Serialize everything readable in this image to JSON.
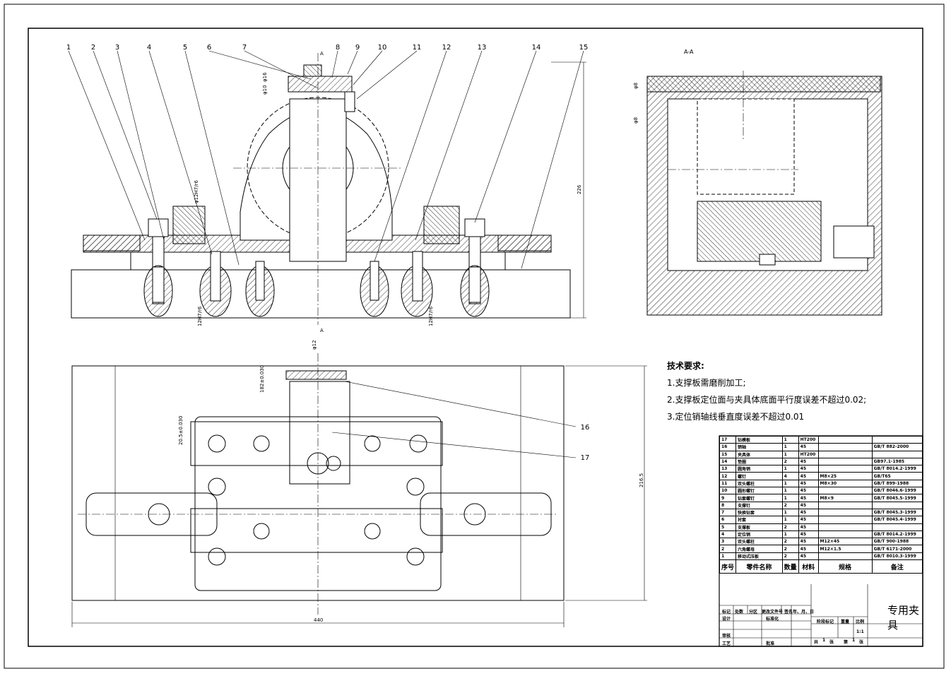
{
  "section_label": "A-A",
  "section_marks": [
    "A",
    "A"
  ],
  "balloons": [
    "1",
    "2",
    "3",
    "4",
    "5",
    "6",
    "7",
    "8",
    "9",
    "10",
    "11",
    "12",
    "13",
    "14",
    "15",
    "16",
    "17"
  ],
  "dimensions": {
    "height_total": "226",
    "width_total": "440",
    "height_plan": "216.5",
    "d12_left": "φ12H7/r6",
    "d12_right": "12H7/r6",
    "d12_bottom": "12H7/r6",
    "d12_pin": "φ12",
    "d16": "φ16",
    "d10": "φ10",
    "offset1": "20.5±0.030",
    "offset2": "182±0.030",
    "d_aa1": "φ8",
    "d_aa2": "φ8"
  },
  "requirements": {
    "title": "技术要求:",
    "items": [
      "1.支撑板需磨削加工;",
      "2.支撑板定位面与夹具体底面平行度误差不超过0.02;",
      "3.定位销轴线垂直度误差不超过0.01"
    ]
  },
  "bom": {
    "rows": [
      [
        "17",
        "钻模板",
        "1",
        "HT200",
        "",
        ""
      ],
      [
        "16",
        "销轴",
        "1",
        "45",
        "",
        "GB/T 882-2000"
      ],
      [
        "15",
        "夹具体",
        "1",
        "HT200",
        "",
        ""
      ],
      [
        "14",
        "垫圈",
        "2",
        "45",
        "",
        "GB97.1-1985"
      ],
      [
        "13",
        "圆角销",
        "1",
        "45",
        "",
        "GB/T 8014.2-1999"
      ],
      [
        "12",
        "螺钉",
        "4",
        "45",
        "M8×25",
        "GB/T65"
      ],
      [
        "11",
        "双头螺柱",
        "1",
        "45",
        "M8×30",
        "GB/T 899-1988"
      ],
      [
        "10",
        "圆形螺钉",
        "1",
        "45",
        "",
        "GB/T 8046.6-1999"
      ],
      [
        "9",
        "钻套螺钉",
        "1",
        "45",
        "M8×9",
        "GB/T 8045.5-1999"
      ],
      [
        "8",
        "支撑钉",
        "2",
        "45",
        "",
        ""
      ],
      [
        "7",
        "快换钻套",
        "1",
        "45",
        "",
        "GB/T 8045.3-1999"
      ],
      [
        "6",
        "衬套",
        "1",
        "45",
        "",
        "GB/T 8045.4-1999"
      ],
      [
        "5",
        "支撑板",
        "2",
        "45",
        "",
        ""
      ],
      [
        "4",
        "定位销",
        "1",
        "45",
        "",
        "GB/T 8014.2-1999"
      ],
      [
        "3",
        "双头螺柱",
        "2",
        "45",
        "M12×45",
        "GB/T 900-1988"
      ],
      [
        "2",
        "六角螺母",
        "2",
        "45",
        "M12×1.5",
        "GB/T 6171-2000"
      ],
      [
        "1",
        "移动式压板",
        "2",
        "45",
        "",
        "GB/T 8010.3-1999"
      ]
    ],
    "headers": [
      "序号",
      "零件名称",
      "数量",
      "材料",
      "规格",
      "备注"
    ]
  },
  "titleblock": {
    "drawing_title": "专用夹具",
    "labels": [
      "标记",
      "处数",
      "分区",
      "更改文件号",
      "签名",
      "年、月、日",
      "设计",
      "标准化",
      "阶段标记",
      "重量",
      "比例",
      "审核",
      "工艺",
      "批准",
      "共",
      "张",
      "第",
      "张"
    ],
    "scale": "1:1",
    "sheets_total": "1",
    "sheet_no": "1"
  }
}
